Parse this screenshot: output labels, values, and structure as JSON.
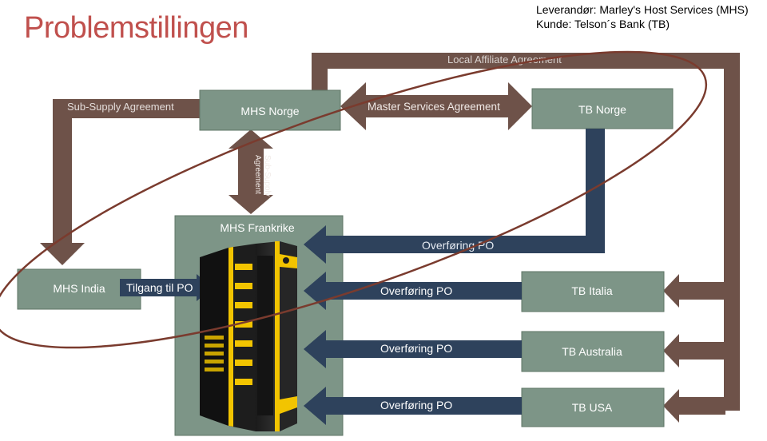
{
  "header": {
    "title": "Problemstillingen",
    "supplier_line": "Leverandør: Marley's Host Services (MHS)",
    "customer_line": "Kunde: Telson´s Bank (TB)"
  },
  "nodes": {
    "mhs_norge": "MHS Norge",
    "tb_norge": "TB Norge",
    "mhs_frankrike": "MHS Frankrike",
    "mhs_india": "MHS India",
    "tb_italia": "TB Italia",
    "tb_australia": "TB Australia",
    "tb_usa": "TB USA"
  },
  "agreements": {
    "local_affiliate": "Local Affiliate Agreement",
    "sub_supply_left": "Sub-Supply Agreement",
    "master_services": "Master Services Agreement",
    "sub_supply_vertical_1": "Sub-Supply",
    "sub_supply_vertical_2": "Agreement"
  },
  "flows": {
    "po_top": "Overføring PO",
    "po_italia": "Overføring PO",
    "po_australia": "Overføring PO",
    "po_usa": "Overføring PO",
    "access_po": "Tilgang til PO"
  },
  "colors": {
    "title_red": "#c0504d",
    "agreement_brown": "#6e5249",
    "po_navy": "#2e425c",
    "node_green": "#7d9587",
    "server_yellow": "#f2c400",
    "highlight_ellipse": "#7a3b2e"
  }
}
